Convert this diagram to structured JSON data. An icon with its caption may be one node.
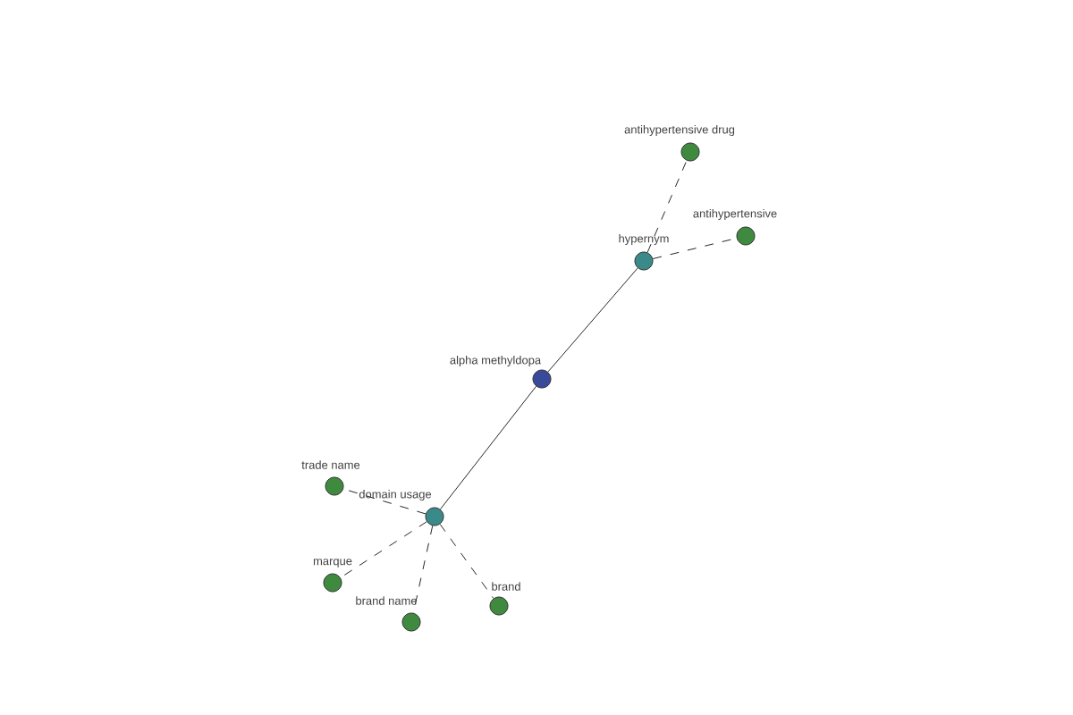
{
  "diagram": {
    "nodes": [
      {
        "text": [
          "alpha methyldopa"
        ]
      },
      {
        "text": [
          "hypernym"
        ]
      },
      {
        "text": [
          "antihypertensive drug"
        ]
      },
      {
        "text": [
          "antihypertensive"
        ]
      },
      {
        "text": [
          "domain usage"
        ]
      },
      {
        "text": [
          "trade name"
        ]
      },
      {
        "text": [
          "marque"
        ]
      },
      {
        "text": [
          "brand name"
        ]
      },
      {
        "text": [
          "brand"
        ]
      }
    ],
    "edges": [
      {
        "from": 0,
        "to": 1,
        "arrow": "none"
      },
      {
        "from": 1,
        "to": 2,
        "arrow": "none",
        "style": "dashed"
      },
      {
        "from": 1,
        "to": 3,
        "arrow": "none",
        "style": "dashed"
      },
      {
        "from": 0,
        "to": 4,
        "arrow": "none"
      },
      {
        "from": 4,
        "to": 5,
        "arrow": "none",
        "style": "dashed"
      },
      {
        "from": 4,
        "to": 6,
        "arrow": "none",
        "style": "dashed"
      },
      {
        "from": 4,
        "to": 7,
        "arrow": "none",
        "style": "dashed"
      },
      {
        "from": 4,
        "to": 8,
        "arrow": "none",
        "style": "dashed"
      }
    ]
  }
}
